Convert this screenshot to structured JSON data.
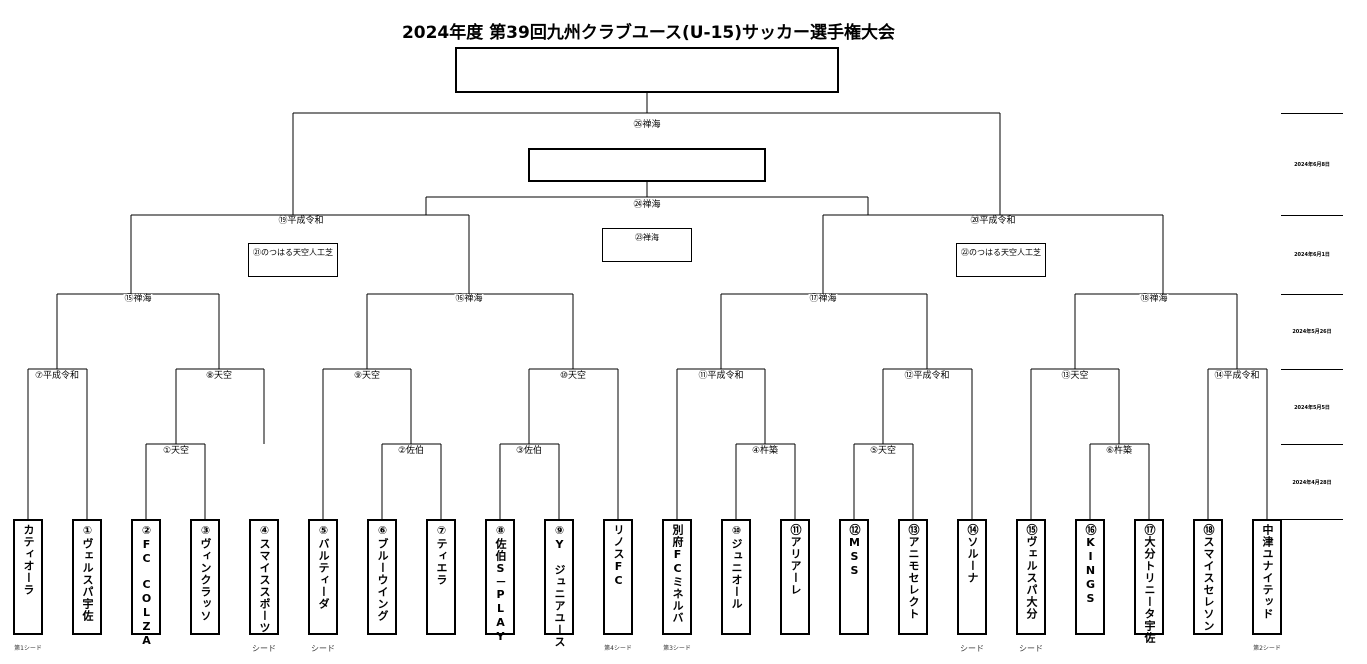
{
  "title": "2024年度 第39回九州クラブユース(U-15)サッカー選手権大会",
  "dates": [
    "2024年6月8日",
    "2024年6月1日",
    "2024年5月26日",
    "2024年5月5日",
    "2024年4月28日"
  ],
  "matches": {
    "m1": "①天空",
    "m2": "②佐伯",
    "m3": "③佐伯",
    "m4": "④杵築",
    "m5": "⑤天空",
    "m6": "⑥杵築",
    "m7": "⑦平成令和",
    "m8": "⑧天空",
    "m9": "⑨天空",
    "m10": "⑩天空",
    "m11": "⑪平成令和",
    "m12": "⑫平成令和",
    "m13": "⑬天空",
    "m14": "⑭平成令和",
    "m15": "⑮禅海",
    "m16": "⑯禅海",
    "m17": "⑰禅海",
    "m18": "⑱禅海",
    "m19": "⑲平成令和",
    "m20": "⑳平成令和",
    "m21": "㉑のつはる天空人工芝",
    "m22": "㉒のつはる天空人工芝",
    "m23": "㉓禅海",
    "m24": "㉔禅海",
    "m26": "㉖禅海"
  },
  "teams": [
    {
      "name": "カティオーラ",
      "seed": "第1シード"
    },
    {
      "name": "①ヴェルスパ宇佐",
      "seed": ""
    },
    {
      "name": "②FC　COLZA",
      "seed": ""
    },
    {
      "name": "③ヴィンクラッソ",
      "seed": ""
    },
    {
      "name": "④スマイススポーツ",
      "seed": "シード"
    },
    {
      "name": "⑤バルティーダ",
      "seed": "シード"
    },
    {
      "name": "⑥ブルーウイング",
      "seed": ""
    },
    {
      "name": "⑦ティエラ",
      "seed": ""
    },
    {
      "name": "⑧佐伯S－PLAY",
      "seed": ""
    },
    {
      "name": "⑨Y　ジュニアユース",
      "seed": ""
    },
    {
      "name": "リノスFC",
      "seed": "第4シード"
    },
    {
      "name": "別府FCミネルバ",
      "seed": "第3シード"
    },
    {
      "name": "⑩ジュニオール",
      "seed": ""
    },
    {
      "name": "⑪アリアーレ",
      "seed": ""
    },
    {
      "name": "⑫MSS",
      "seed": ""
    },
    {
      "name": "⑬アニモセレクト",
      "seed": ""
    },
    {
      "name": "⑭ソルーナ",
      "seed": "シード"
    },
    {
      "name": "⑮ヴェルスパ大分",
      "seed": "シード"
    },
    {
      "name": "⑯KINGS",
      "seed": ""
    },
    {
      "name": "⑰大分トリニータ宇佐",
      "seed": ""
    },
    {
      "name": "⑱スマイスセレソン",
      "seed": ""
    },
    {
      "name": "中津ユナイテッド",
      "seed": "第2シード"
    }
  ]
}
